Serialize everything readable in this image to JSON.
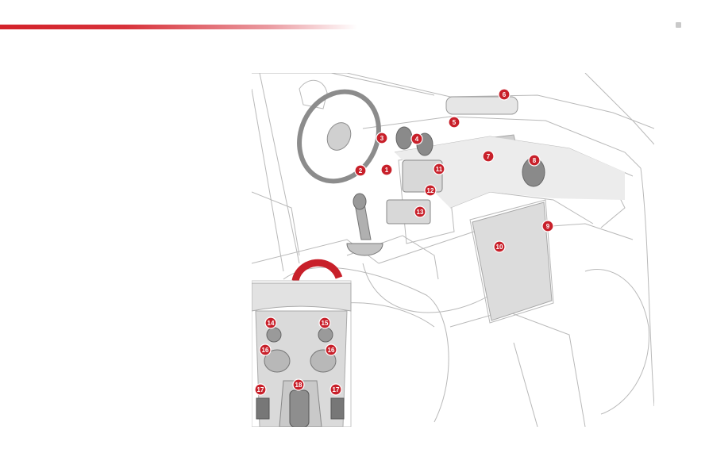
{
  "header": {
    "accent_color": "#d3222a",
    "page_marker_color": "#c9c9c9"
  },
  "figure": {
    "description_icon": "car-interior-dashboard-icon",
    "callout_color": "#c8202a",
    "callouts": [
      "1",
      "2",
      "3",
      "4",
      "5",
      "6",
      "7",
      "8",
      "9",
      "10",
      "11",
      "12",
      "13",
      "14",
      "15",
      "16",
      "16",
      "17",
      "17",
      "18"
    ]
  }
}
